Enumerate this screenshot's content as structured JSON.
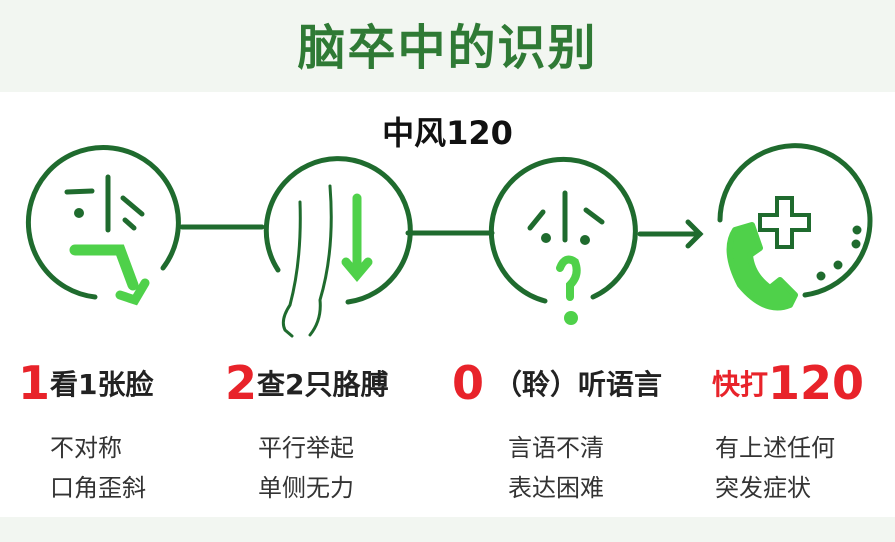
{
  "title": "脑卒中的识别",
  "subtitle": "中风120",
  "colors": {
    "dark_green": "#1f6b2e",
    "light_green": "#4fd14a",
    "red": "#e8232a",
    "title_green": "#2f7a35"
  },
  "steps": [
    {
      "number": "1",
      "heading": "看1张脸",
      "lines": [
        "不对称",
        "口角歪斜"
      ],
      "icon": "drooping-face-icon"
    },
    {
      "number": "2",
      "heading": "查2只胳膊",
      "lines": [
        "平行举起",
        "单侧无力"
      ],
      "icon": "arm-weakness-icon"
    },
    {
      "number": "0",
      "heading": "（聆）听语言",
      "lines": [
        "言语不清",
        "表达困难"
      ],
      "icon": "confused-face-icon"
    },
    {
      "prefix": "快打",
      "number": "120",
      "lines": [
        "有上述任何",
        "突发症状"
      ],
      "icon": "phone-medical-icon"
    }
  ]
}
